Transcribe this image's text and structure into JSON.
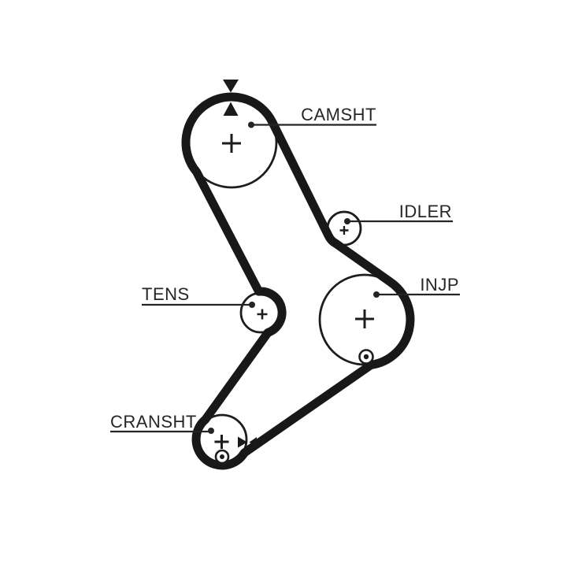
{
  "diagram": {
    "type": "timing-belt-routing-diagram",
    "background_color": "#ffffff",
    "ink_color": "#1d1d1d",
    "belt_color": "#181818",
    "pulleys": [
      {
        "id": "camshaft",
        "label": "CAMSHT",
        "size": "large",
        "center_mark": "plus",
        "timing_marks": "two opposed vertical triangles at top"
      },
      {
        "id": "idler",
        "label": "IDLER",
        "size": "small",
        "center_mark": "plus"
      },
      {
        "id": "injection-pump",
        "label": "INJP",
        "size": "large",
        "center_mark": "plus",
        "alignment_mark": "bullseye-dot at bottom"
      },
      {
        "id": "tensioner",
        "label": "TENS",
        "size": "small",
        "center_mark": "plus"
      },
      {
        "id": "crankshaft",
        "label": "CRANSHT",
        "size": "small",
        "center_mark": "plus",
        "alignment_mark": "bullseye-dot below center",
        "timing_marks": "two opposed horizontal triangles right of center"
      }
    ]
  }
}
